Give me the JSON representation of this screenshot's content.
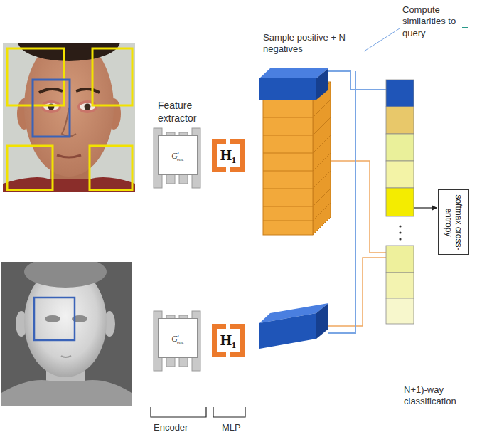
{
  "diagram": {
    "nodes": [
      {
        "text": [
          "G",
          "l",
          "enc"
        ]
      },
      {
        "text": [
          "H₁"
        ]
      },
      {
        "text": [
          "G",
          "l",
          "enc"
        ]
      },
      {
        "text": [
          "H₁"
        ]
      },
      {
        "text": [
          "softmax cross-entropy"
        ]
      }
    ],
    "labels": [
      "Feature extractor",
      "Sample positive + N negatives",
      "Compute similarities to query",
      "N+1)-way classification",
      "Encoder",
      "MLP"
    ]
  }
}
